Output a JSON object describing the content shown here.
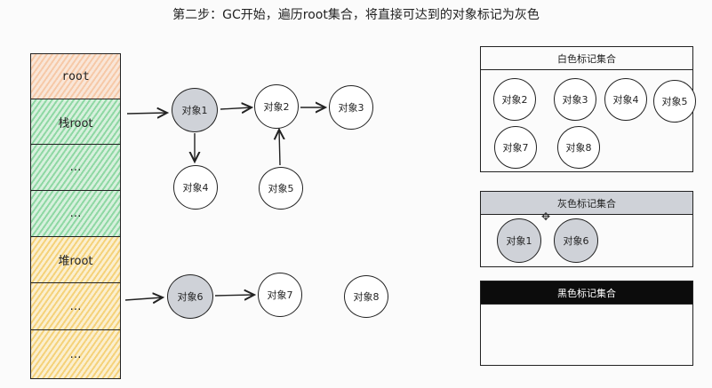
{
  "title": "第二步：GC开始，遍历root集合，将直接可达到的对象标记为灰色",
  "stack": {
    "cells": [
      {
        "label": "root",
        "color": "orange"
      },
      {
        "label": "栈root",
        "color": "green"
      },
      {
        "label": "…",
        "color": "green"
      },
      {
        "label": "…",
        "color": "green"
      },
      {
        "label": "堆root",
        "color": "yellow"
      },
      {
        "label": "…",
        "color": "yellow"
      },
      {
        "label": "…",
        "color": "yellow"
      }
    ]
  },
  "graph": {
    "nodes": [
      {
        "id": "obj1",
        "label": "对象1",
        "marked": "gray"
      },
      {
        "id": "obj2",
        "label": "对象2",
        "marked": "white"
      },
      {
        "id": "obj3",
        "label": "对象3",
        "marked": "white"
      },
      {
        "id": "obj4",
        "label": "对象4",
        "marked": "white"
      },
      {
        "id": "obj5",
        "label": "对象5",
        "marked": "white"
      },
      {
        "id": "obj6",
        "label": "对象6",
        "marked": "gray"
      },
      {
        "id": "obj7",
        "label": "对象7",
        "marked": "white"
      },
      {
        "id": "obj8",
        "label": "对象8",
        "marked": "white"
      }
    ]
  },
  "sets": {
    "white": {
      "title": "白色标记集合",
      "items": [
        "对象2",
        "对象3",
        "对象4",
        "对象5",
        "对象7",
        "对象8"
      ]
    },
    "gray": {
      "title": "灰色标记集合",
      "items": [
        "对象1",
        "对象6"
      ]
    },
    "black": {
      "title": "黑色标记集合",
      "items": []
    }
  },
  "colors": {
    "gray_fill": "#cfd2d8",
    "black_fill": "#0c0c0c",
    "root_hatch": "#f6c9a8",
    "stack_hatch": "#8fd8a4",
    "heap_hatch": "#f5d27a"
  }
}
